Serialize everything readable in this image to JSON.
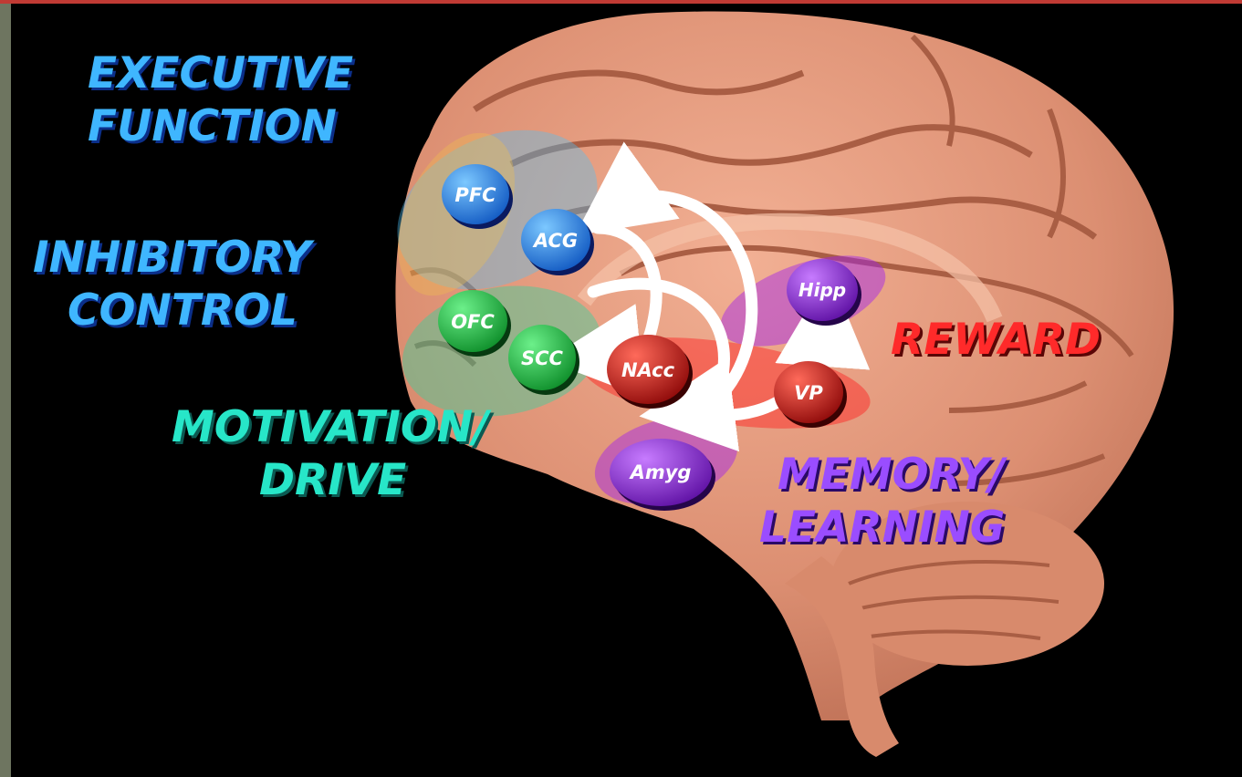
{
  "labels": {
    "executive": [
      "EXECUTIVE",
      "FUNCTION"
    ],
    "inhibitory": [
      "INHIBITORY",
      "CONTROL"
    ],
    "motivation": [
      "MOTIVATION/",
      "DRIVE"
    ],
    "reward": "REWARD",
    "memory": [
      "MEMORY/",
      "LEARNING"
    ]
  },
  "nodes": [
    {
      "id": "pfc",
      "label": "PFC",
      "color": "#1f7ee8"
    },
    {
      "id": "acg",
      "label": "ACG",
      "color": "#1f8ef0"
    },
    {
      "id": "ofc",
      "label": "OFC",
      "color": "#12b43a"
    },
    {
      "id": "scc",
      "label": "SCC",
      "color": "#12b43a"
    },
    {
      "id": "nacc",
      "label": "NAcc",
      "color": "#c81010"
    },
    {
      "id": "vp",
      "label": "VP",
      "color": "#c81010"
    },
    {
      "id": "hipp",
      "label": "Hipp",
      "color": "#8a17d8"
    },
    {
      "id": "amyg",
      "label": "Amyg",
      "color": "#8a17d8"
    }
  ],
  "colors": {
    "executive": "#3fb6ff",
    "motivation": "#27e6c8",
    "reward": "#ff2a2a",
    "memory": "#9a4dff",
    "brain": "#dc8f72"
  }
}
